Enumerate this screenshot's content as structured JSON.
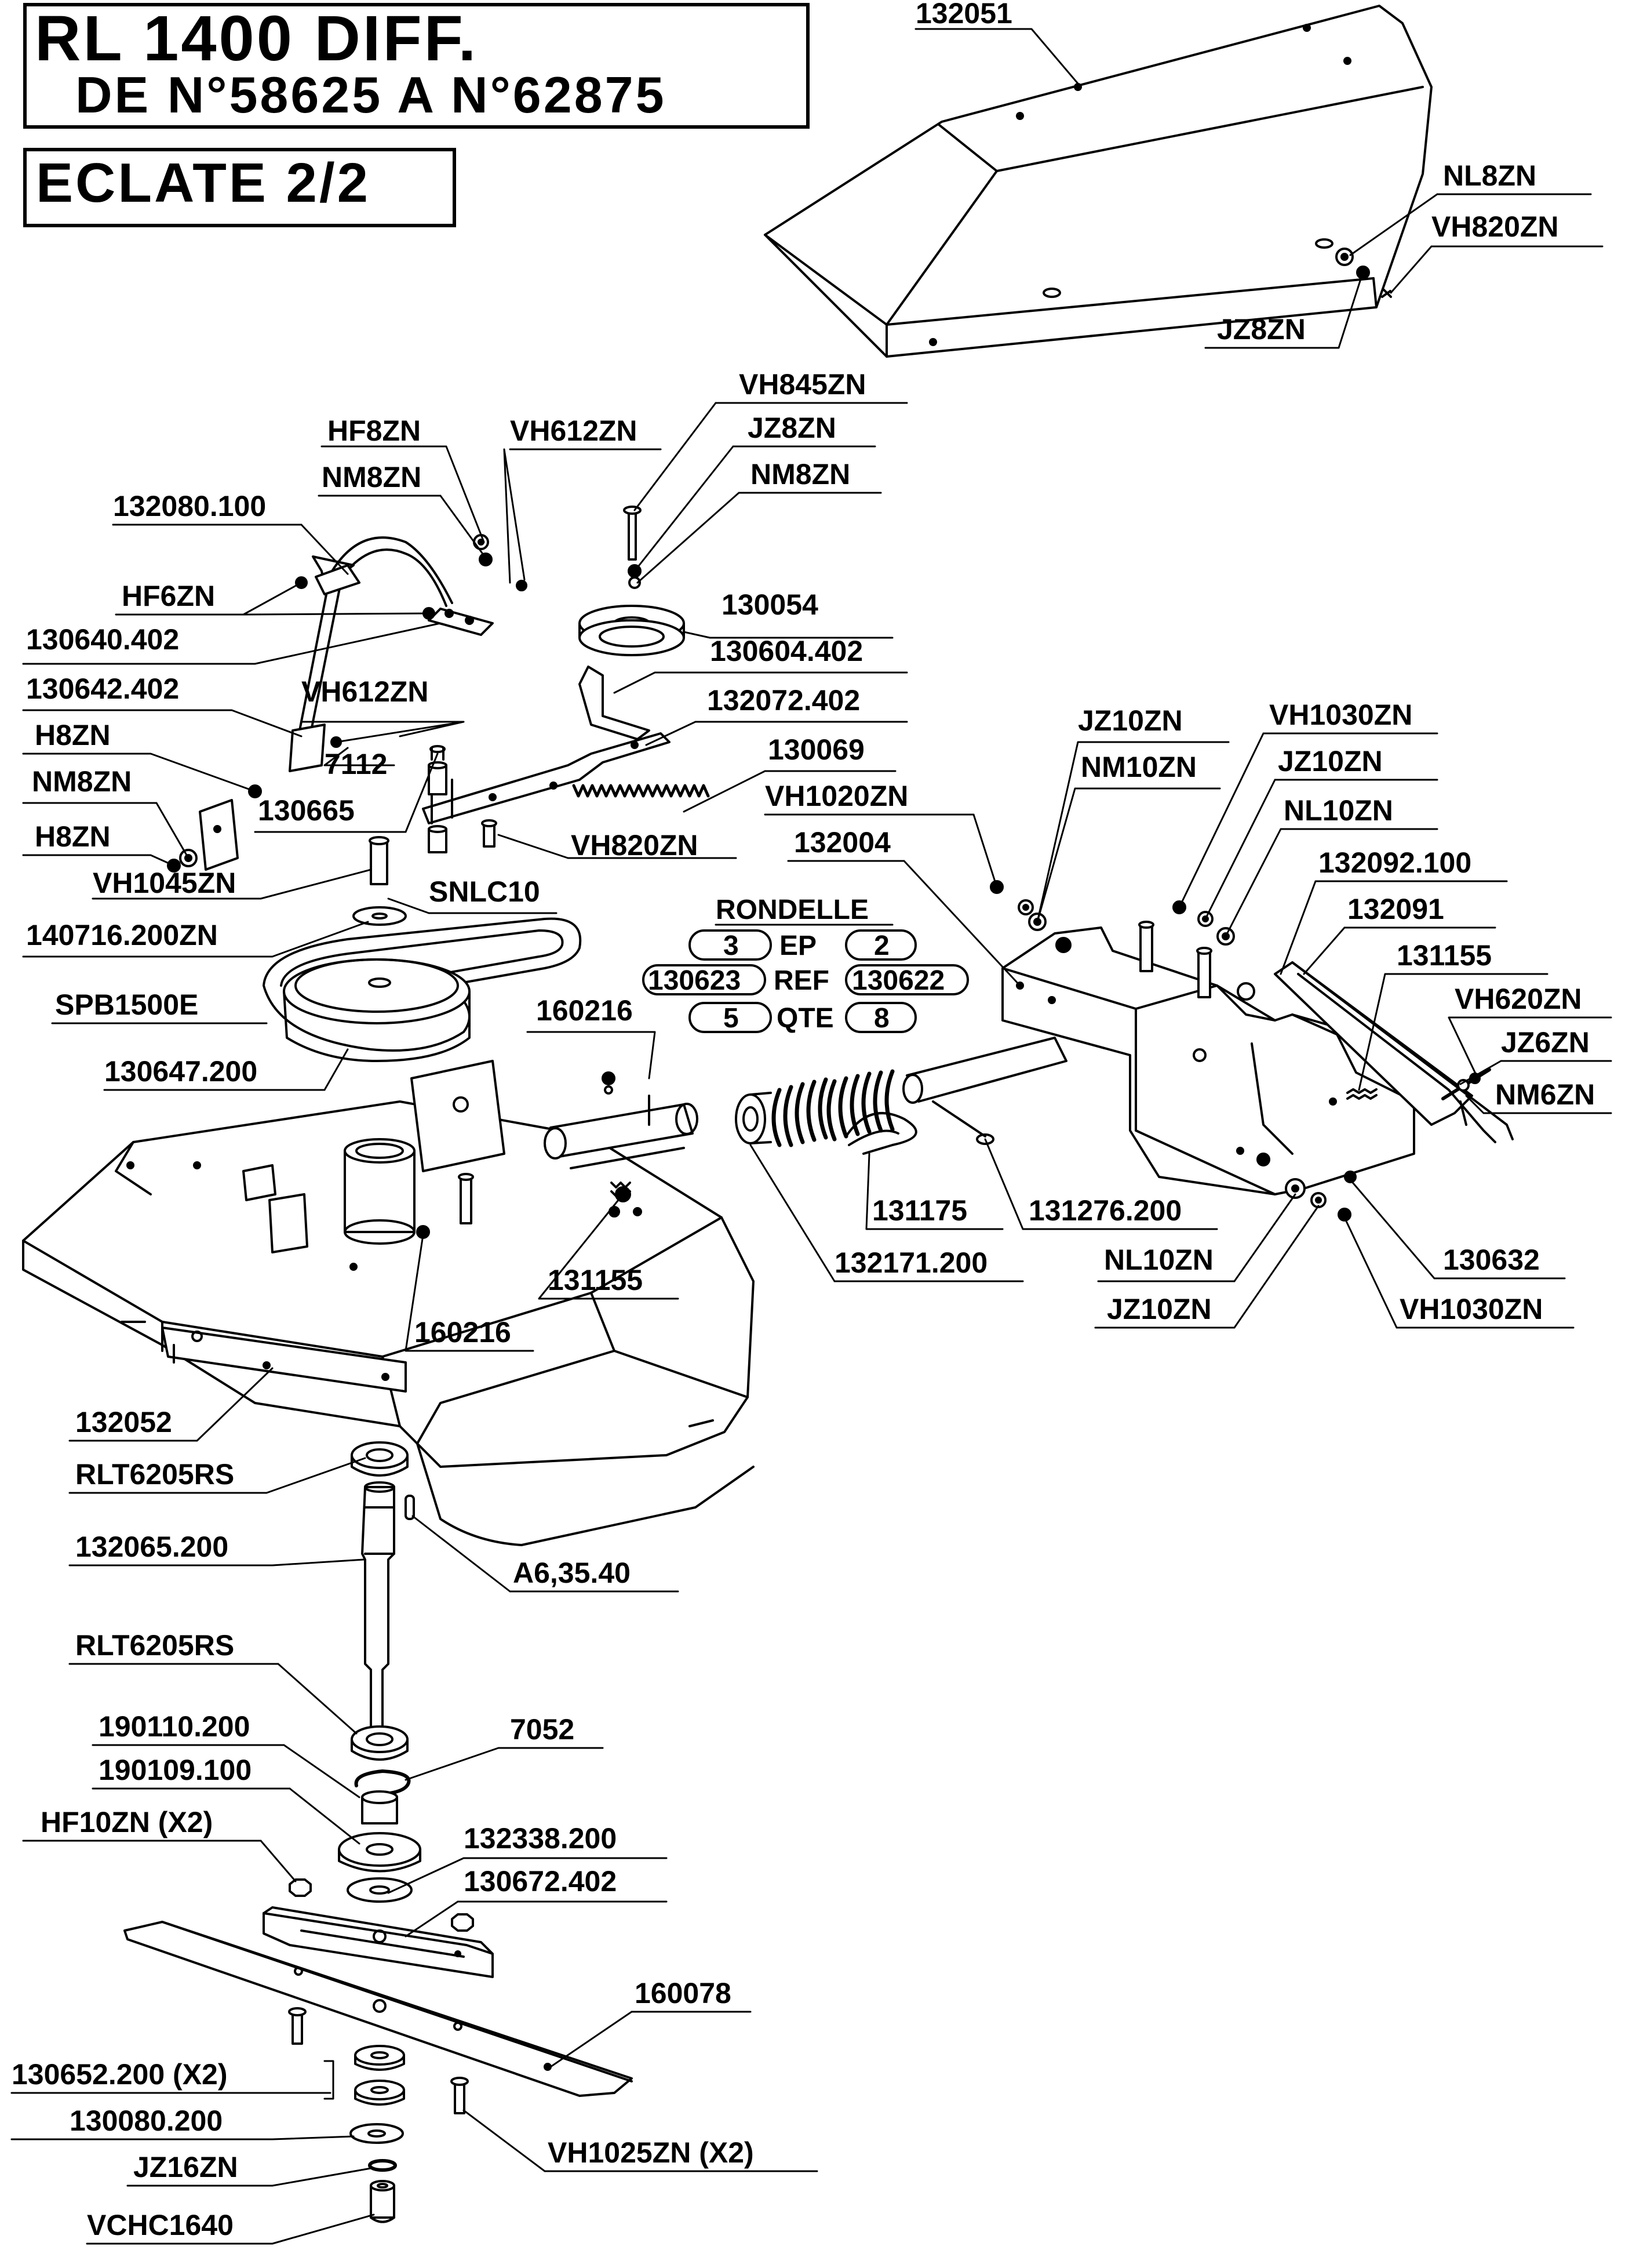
{
  "title": {
    "model": "RL 1400 DIFF.",
    "serial_range": "DE N°58625 A N°62875",
    "view": "ECLATE 2/2"
  },
  "rondelle_table": {
    "heading": "RONDELLE",
    "ep_label": "EP",
    "ref_label": "REF",
    "qte_label": "QTE",
    "col1": {
      "ep": "3",
      "ref": "130623",
      "qte": "5"
    },
    "col2": {
      "ep": "2",
      "ref": "130622",
      "qte": "8"
    }
  },
  "labels": [
    {
      "id": "l1",
      "text": "132051"
    },
    {
      "id": "l2",
      "text": "NL8ZN"
    },
    {
      "id": "l3",
      "text": "VH820ZN"
    },
    {
      "id": "l4",
      "text": "JZ8ZN"
    },
    {
      "id": "l5",
      "text": "VH845ZN"
    },
    {
      "id": "l6",
      "text": "JZ8ZN"
    },
    {
      "id": "l7",
      "text": "NM8ZN"
    },
    {
      "id": "l8",
      "text": "HF8ZN"
    },
    {
      "id": "l9",
      "text": "VH612ZN"
    },
    {
      "id": "l10",
      "text": "NM8ZN"
    },
    {
      "id": "l11",
      "text": "132080.100"
    },
    {
      "id": "l12",
      "text": "HF6ZN"
    },
    {
      "id": "l13",
      "text": "130640.402"
    },
    {
      "id": "l14",
      "text": "130054"
    },
    {
      "id": "l15",
      "text": "130604.402"
    },
    {
      "id": "l16",
      "text": "132072.402"
    },
    {
      "id": "l17",
      "text": "130642.402"
    },
    {
      "id": "l18",
      "text": "VH612ZN"
    },
    {
      "id": "l19",
      "text": "H8ZN"
    },
    {
      "id": "l20",
      "text": "7112"
    },
    {
      "id": "l21",
      "text": "130069"
    },
    {
      "id": "l22",
      "text": "NM8ZN"
    },
    {
      "id": "l23",
      "text": "130665"
    },
    {
      "id": "l24",
      "text": "H8ZN"
    },
    {
      "id": "l25",
      "text": "VH820ZN"
    },
    {
      "id": "l26",
      "text": "VH1045ZN"
    },
    {
      "id": "l27",
      "text": "SNLC10"
    },
    {
      "id": "l28",
      "text": "140716.200ZN"
    },
    {
      "id": "l29",
      "text": "SPB1500E"
    },
    {
      "id": "l30",
      "text": "130647.200"
    },
    {
      "id": "l31",
      "text": "160216"
    },
    {
      "id": "l32",
      "text": "JZ10ZN"
    },
    {
      "id": "l33",
      "text": "VH1030ZN"
    },
    {
      "id": "l34",
      "text": "NM10ZN"
    },
    {
      "id": "l35",
      "text": "JZ10ZN"
    },
    {
      "id": "l36",
      "text": "VH1020ZN"
    },
    {
      "id": "l37",
      "text": "NL10ZN"
    },
    {
      "id": "l38",
      "text": "132004"
    },
    {
      "id": "l39",
      "text": "132092.100"
    },
    {
      "id": "l40",
      "text": "132091"
    },
    {
      "id": "l41",
      "text": "131155"
    },
    {
      "id": "l42",
      "text": "VH620ZN"
    },
    {
      "id": "l43",
      "text": "JZ6ZN"
    },
    {
      "id": "l44",
      "text": "NM6ZN"
    },
    {
      "id": "l45",
      "text": "131175"
    },
    {
      "id": "l46",
      "text": "131276.200"
    },
    {
      "id": "l47",
      "text": "132171.200"
    },
    {
      "id": "l48",
      "text": "NL10ZN"
    },
    {
      "id": "l49",
      "text": "130632"
    },
    {
      "id": "l50",
      "text": "JZ10ZN"
    },
    {
      "id": "l51",
      "text": "VH1030ZN"
    },
    {
      "id": "l52",
      "text": "131155"
    },
    {
      "id": "l53",
      "text": "160216"
    },
    {
      "id": "l54",
      "text": "132052"
    },
    {
      "id": "l55",
      "text": "RLT6205RS"
    },
    {
      "id": "l56",
      "text": "132065.200"
    },
    {
      "id": "l57",
      "text": "A6,35.40"
    },
    {
      "id": "l58",
      "text": "RLT6205RS"
    },
    {
      "id": "l59",
      "text": "190110.200"
    },
    {
      "id": "l60",
      "text": "7052"
    },
    {
      "id": "l61",
      "text": "190109.100"
    },
    {
      "id": "l62",
      "text": "HF10ZN (X2)"
    },
    {
      "id": "l63",
      "text": "132338.200"
    },
    {
      "id": "l64",
      "text": "130672.402"
    },
    {
      "id": "l65",
      "text": "160078"
    },
    {
      "id": "l66",
      "text": "130652.200 (X2)"
    },
    {
      "id": "l67",
      "text": "130080.200"
    },
    {
      "id": "l68",
      "text": "VH1025ZN (X2)"
    },
    {
      "id": "l69",
      "text": "JZ16ZN"
    },
    {
      "id": "l70",
      "text": "VCHC1640"
    }
  ]
}
